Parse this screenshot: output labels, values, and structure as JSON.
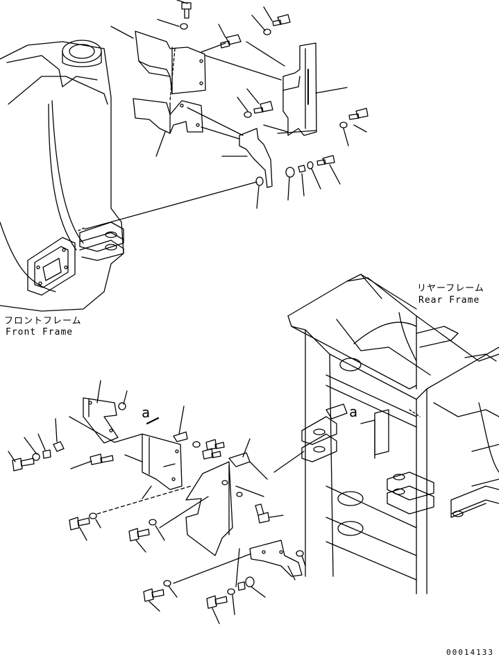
{
  "labels": {
    "rear_frame_jp": "リヤーフレーム",
    "rear_frame_en": "Rear Frame",
    "front_frame_jp": "フロントフレーム",
    "front_frame_en": "Front Frame",
    "callout_left": "a",
    "callout_right": "a"
  },
  "document_number": "00014133",
  "colors": {
    "line": "#000000",
    "background": "#ffffff"
  }
}
